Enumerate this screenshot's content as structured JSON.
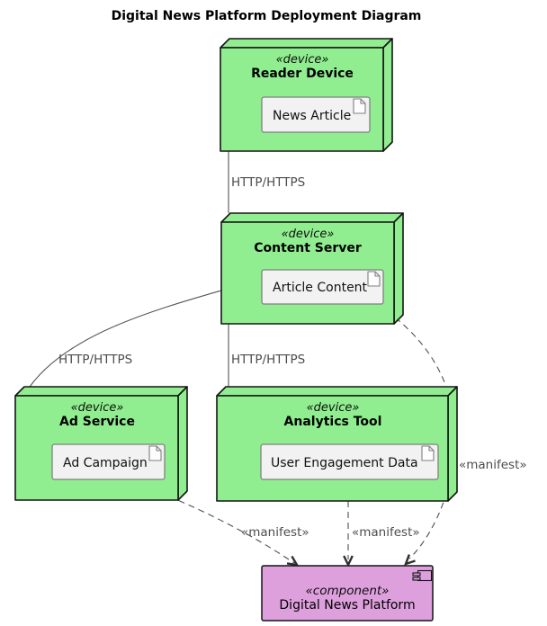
{
  "title": "Digital News Platform Deployment Diagram",
  "nodes": {
    "reader": {
      "stereotype": "«device»",
      "name": "Reader Device",
      "artifact": "News Article"
    },
    "content": {
      "stereotype": "«device»",
      "name": "Content Server",
      "artifact": "Article Content"
    },
    "ad": {
      "stereotype": "«device»",
      "name": "Ad Service",
      "artifact": "Ad Campaign"
    },
    "analytics": {
      "stereotype": "«device»",
      "name": "Analytics Tool",
      "artifact": "User Engagement Data"
    }
  },
  "component": {
    "stereotype": "«component»",
    "name": "Digital News Platform"
  },
  "edges": {
    "reader_content_label": "HTTP/HTTPS",
    "content_ad_label": "HTTP/HTTPS",
    "content_analytics_label": "HTTP/HTTPS",
    "manifest_ad_label": "«manifest»",
    "manifest_analytics_label": "«manifest»",
    "manifest_content_label": "«manifest»"
  },
  "colors": {
    "node_fill": "#90EE90",
    "node_border": "#141414",
    "artifact_fill": "#F2F2F2",
    "artifact_border": "#808080",
    "component_fill": "#DDA0DD",
    "edge_line": "#565656",
    "edge_label": "#4C4C4C",
    "background": "#FFFFFF"
  }
}
